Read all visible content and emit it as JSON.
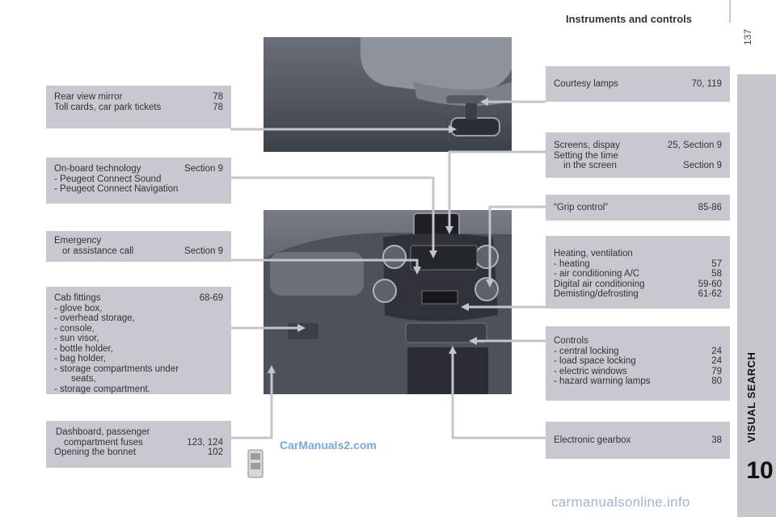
{
  "header": {
    "title": "Instruments and controls",
    "page_number": "137"
  },
  "side_tab": {
    "section_label": "VISUAL SEARCH",
    "chapter_number": "10"
  },
  "left_boxes": {
    "mirror": {
      "rows": [
        {
          "label": "Rear view mirror",
          "ref": "78"
        },
        {
          "label": "Toll cards, car park tickets",
          "ref": "78"
        }
      ]
    },
    "technology": {
      "title": "On-board technology",
      "title_ref": "Section 9",
      "items": [
        "-  Peugeot Connect Sound",
        "-  Peugeot Connect Navigation"
      ]
    },
    "emergency": {
      "line1": "Emergency",
      "line2": "or assistance call",
      "ref": "Section 9"
    },
    "cab": {
      "title": "Cab fittings",
      "title_ref": "68-69",
      "items": [
        "-  glove box,",
        "-  overhead storage,",
        "-  console,",
        "-  sun visor,",
        "-  bottle holder,",
        "-  bag holder,",
        "-  storage compartments under",
        "seats,",
        "-  storage compartment."
      ]
    },
    "dashboard": {
      "line1": "Dashboard, passenger",
      "line2": "compartment fuses",
      "line2_ref": "123, 124",
      "line3": "Opening the bonnet",
      "line3_ref": "102"
    }
  },
  "right_boxes": {
    "courtesy": {
      "label": "Courtesy lamps",
      "ref": "70, 119"
    },
    "screens": {
      "line1": "Screens, dispay",
      "line1_ref": "25, Section 9",
      "line2": "Setting the time",
      "line3": "in the screen",
      "line3_ref": "Section 9"
    },
    "grip": {
      "label": "“Grip control”",
      "ref": "85-86"
    },
    "heating": {
      "title": "Heating, ventilation",
      "rows": [
        {
          "label": "-  heating",
          "ref": "57"
        },
        {
          "label": "-  air conditioning A/C",
          "ref": "58"
        },
        {
          "label": "Digital air conditioning",
          "ref": "59-60"
        },
        {
          "label": "Demisting/defrosting",
          "ref": "61-62"
        }
      ]
    },
    "controls": {
      "title": "Controls",
      "rows": [
        {
          "label": "-  central locking",
          "ref": "24"
        },
        {
          "label": "-  load space locking",
          "ref": "24"
        },
        {
          "label": "-  electric windows",
          "ref": "79"
        },
        {
          "label": "-  hazard warning lamps",
          "ref": "80"
        }
      ]
    },
    "gearbox": {
      "label": "Electronic gearbox",
      "ref": "38"
    }
  },
  "watermarks": {
    "carmanuals": "CarManuals2.com",
    "bottom": "carmanualsonline.info"
  }
}
